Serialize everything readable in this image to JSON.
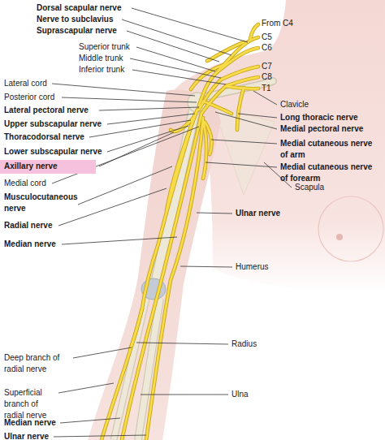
{
  "diagram": {
    "nodes": [
      {
        "text": [
          "Axillary nerve"
        ]
      }
    ],
    "labels": [
      "Dorsal scapular nerve",
      "Nerve to subclavius",
      "Suprascapular nerve",
      "Superior trunk",
      "Middle trunk",
      "Inferior trunk",
      "From C4",
      "C5",
      "C6",
      "C7",
      "C8",
      "T1",
      "Lateral cord",
      "Posterior cord",
      "Lateral pectoral nerve",
      "Upper subscapular nerve",
      "Thoracodorsal nerve",
      "Lower subscapular nerve",
      "Medial cord",
      "Musculocutaneous nerve",
      "Radial nerve",
      "Median nerve",
      "Clavicle",
      "Long thoracic nerve",
      "Medial pectoral nerve",
      "Medial cutaneous nerve of arm",
      "Medial cutaneous nerve of forearm",
      "Scapula",
      "Ulnar nerve",
      "Humerus",
      "Deep branch of radial nerve",
      "Superficial branch of radial nerve",
      "Median nerve",
      "Ulnar nerve",
      "Radius",
      "Ulna"
    ]
  }
}
